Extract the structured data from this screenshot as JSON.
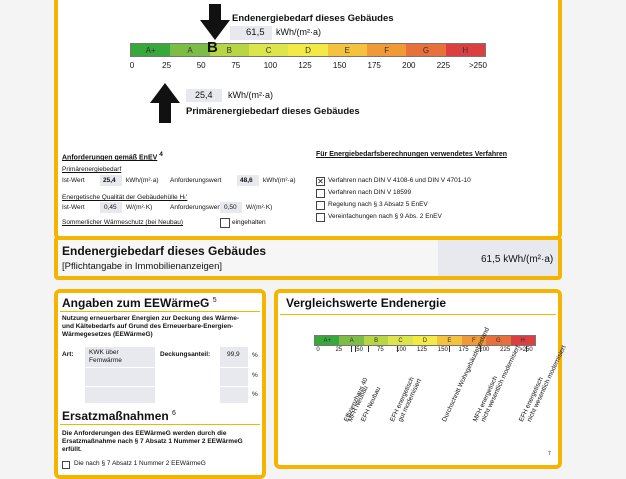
{
  "colors": {
    "accent": "#f4b400",
    "value_box": "#e8e9ee"
  },
  "top": {
    "end_label": "Endenergiebedarf dieses Gebäudes",
    "end_value": "61,5",
    "end_unit": "kWh/(m²·a)",
    "class_marker": "B",
    "scale_classes": [
      "A+",
      "A",
      "B",
      "C",
      "D",
      "E",
      "F",
      "G",
      "H"
    ],
    "scale_colors": [
      "#37a83a",
      "#7cbd45",
      "#b8d544",
      "#dce549",
      "#f3ea45",
      "#f4c23d",
      "#ef9a36",
      "#e8703a",
      "#dc3f3f"
    ],
    "ticks": [
      "0",
      "25",
      "50",
      "75",
      "100",
      "125",
      "150",
      "175",
      "200",
      "225",
      ">250"
    ],
    "primary_value": "25,4",
    "primary_unit": "kWh/(m²·a)",
    "primary_label": "Primärenergiebedarf dieses Gebäudes"
  },
  "requirements": {
    "heading": "Anforderungen gemäß EnEV",
    "heading_sup": "4",
    "primary_title": "Primärenergiebedarf",
    "ist_label": "Ist-Wert",
    "ist_value": "25,4",
    "ist_unit": "kWh/(m²·a)",
    "anf_label": "Anforderungswert",
    "anf_value": "48,6",
    "anf_unit": "kWh/(m²·a)",
    "quality_title": "Energetische Qualität der Gebäudehülle Hₜ'",
    "ist2_label": "Ist-Wert",
    "ist2_value": "0,45",
    "ist2_unit": "W/(m²·K)",
    "anf2_label": "Anforderungswert",
    "anf2_value": "0,50",
    "anf2_unit": "W/(m²·K)",
    "summer_label": "Sommerlicher Wärmeschutz (bei Neubau)",
    "summer_status": "eingehalten"
  },
  "procedures": {
    "heading": "Für Energiebedarfsberechnungen verwendetes Verfahren",
    "items": [
      {
        "label": "Verfahren nach DIN V 4108-6 und DIN V 4701-10",
        "checked": true
      },
      {
        "label": "Verfahren nach DIN V 18599",
        "checked": false
      },
      {
        "label": "Regelung nach § 3 Absatz 5 EnEV",
        "checked": false
      },
      {
        "label": "Vereinfachungen nach § 9 Abs. 2 EnEV",
        "checked": false
      }
    ]
  },
  "summary_bar": {
    "title": "Endenergiebedarf dieses Gebäudes",
    "subtitle": "[Pflichtangabe in Immobilienanzeigen]",
    "value": "61,5 kWh/(m²·a)"
  },
  "eewaermeg": {
    "title": "Angaben zum EEWärmeG",
    "title_sup": "5",
    "desc": "Nutzung erneuerbarer Energien zur Deckung des Wärme- und Kältebedarfs auf Grund des Erneuerbare-Energien-Wärmegesetzes (EEWärmeG)",
    "art_label": "Art:",
    "art_value": "KWK über Fernwärme",
    "deck_label": "Deckungsanteil:",
    "deck_value": "99,9",
    "pct": "%",
    "pct2": "%",
    "pct3": "%",
    "ersatz_title": "Ersatzmaßnahmen",
    "ersatz_sup": "6",
    "ersatz_desc": "Die Anforderungen des EEWärmeG werden durch die Ersatzmaßnahme nach § 7 Absatz 1 Nummer 2 EEWärmeG erfüllt.",
    "ersatz_item": "Die nach § 7 Absatz 1 Nummer 2 EEWärmeG"
  },
  "vergleich": {
    "title": "Vergleichswerte Endenergie",
    "ticks": [
      "0",
      "25",
      "50",
      "75",
      "100",
      "125",
      "150",
      "175",
      "200",
      "225",
      ">250"
    ],
    "labels": [
      "Effizienzhaus 40",
      "MFH Neubau",
      "EFH Neubau",
      "EFH energetisch gut modernisiert",
      "Durchschnitt Wohngebäudebestand",
      "MFH energetisch nicht wesentlich modernisiert",
      "EFH energetisch nicht wesentlich modernisiert"
    ],
    "footnote": "7"
  }
}
